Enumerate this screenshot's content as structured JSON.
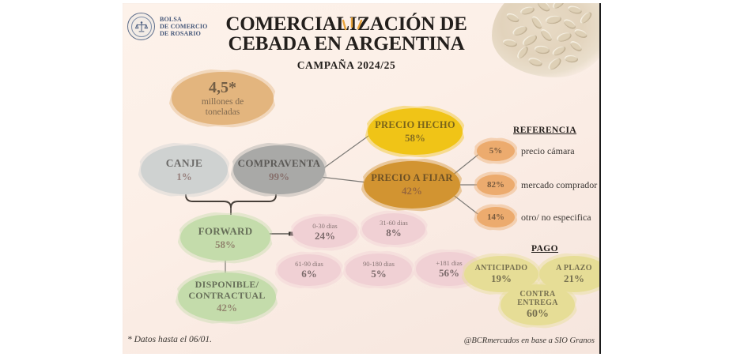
{
  "brand": {
    "logo_icon": "bcr-seal-icon",
    "line1": "BOLSA",
    "line2": "DE COMERCIO",
    "line3": "DE ROSARIO"
  },
  "header": {
    "title_line1": "COMERCIALIZACIÓN DE",
    "title_line2": "CEBADA EN ARGENTINA",
    "subtitle": "CAMPAÑA 2024/25",
    "decor_icon": "sparkle-icon",
    "photo_icon": "barley-grains-photo"
  },
  "totals": {
    "value": "4,5*",
    "unit_line1": "millones de",
    "unit_line2": "toneladas"
  },
  "channels": [
    {
      "label": "CANJE",
      "pct": "1%"
    },
    {
      "label": "COMPRAVENTA",
      "pct": "99%"
    }
  ],
  "price_type": [
    {
      "label": "PRECIO HECHO",
      "pct": "58%"
    },
    {
      "label": "PRECIO A FIJAR",
      "pct": "42%"
    }
  ],
  "delivery": [
    {
      "label": "FORWARD",
      "pct": "58%"
    },
    {
      "label_line1": "DISPONIBLE/",
      "label_line2": "CONTRACTUAL",
      "pct": "42%"
    }
  ],
  "forward_terms": [
    {
      "label": "0-30 dias",
      "pct": "24%"
    },
    {
      "label": "31-60 dias",
      "pct": "8%"
    },
    {
      "label": "61-90 dias",
      "pct": "6%"
    },
    {
      "label": "90-180 dias",
      "pct": "5%"
    },
    {
      "label": "+181 dias",
      "pct": "56%"
    }
  ],
  "referencia": {
    "heading": "REFERENCIA",
    "items": [
      {
        "pct": "5%",
        "text": "precio cámara"
      },
      {
        "pct": "82%",
        "text": "mercado comprador"
      },
      {
        "pct": "14%",
        "text": "otro/ no especifica"
      }
    ]
  },
  "pago": {
    "heading": "PAGO",
    "items": [
      {
        "label": "ANTICIPADO",
        "pct": "19%"
      },
      {
        "label": "A PLAZO",
        "pct": "21%"
      },
      {
        "label_line1": "CONTRA",
        "label_line2": "ENTREGA",
        "pct": "60%"
      }
    ]
  },
  "footer": {
    "note": "* Datos hasta el 06/01.",
    "source": "@BCRmercados en base a SIO Granos"
  },
  "colors": {
    "background": "#fcefe7",
    "tan": "#e3b57e",
    "gray_light": "#cfd2d1",
    "gray_dark": "#a9a9a7",
    "yellow": "#f0c418",
    "ochre": "#d29431",
    "green": "#c4dcab",
    "pink": "#f0d0d4",
    "orange": "#edab6e",
    "khaki": "#e6dd96",
    "ink": "#241f1c",
    "maroon": "#6e4742"
  }
}
